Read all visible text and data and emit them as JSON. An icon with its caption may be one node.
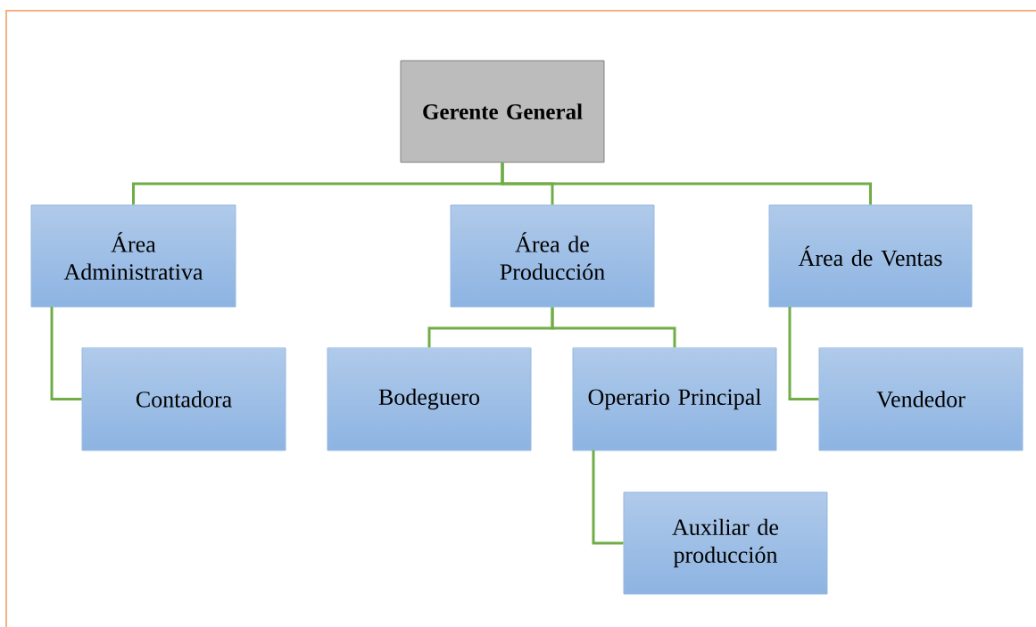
{
  "diagram": {
    "nodes": [
      {
        "text": [
          "Gerente General"
        ]
      },
      {
        "text": [
          "Área Administrativa"
        ]
      },
      {
        "text": [
          "Área de Producción"
        ]
      },
      {
        "text": [
          "Área de Ventas"
        ]
      },
      {
        "text": [
          "Contadora"
        ]
      },
      {
        "text": [
          "Bodeguero"
        ]
      },
      {
        "text": [
          "Operario Principal"
        ]
      },
      {
        "text": [
          "Vendedor"
        ]
      },
      {
        "text": [
          "Auxiliar de producción"
        ]
      }
    ],
    "edges": [
      {
        "from": 0,
        "to": 1,
        "arrow": "none"
      },
      {
        "from": 0,
        "to": 2,
        "arrow": "none"
      },
      {
        "from": 0,
        "to": 3,
        "arrow": "none"
      },
      {
        "from": 1,
        "to": 4,
        "arrow": "none"
      },
      {
        "from": 2,
        "to": 5,
        "arrow": "none"
      },
      {
        "from": 2,
        "to": 6,
        "arrow": "none"
      },
      {
        "from": 3,
        "to": 7,
        "arrow": "none"
      },
      {
        "from": 6,
        "to": 8,
        "arrow": "none"
      }
    ]
  }
}
